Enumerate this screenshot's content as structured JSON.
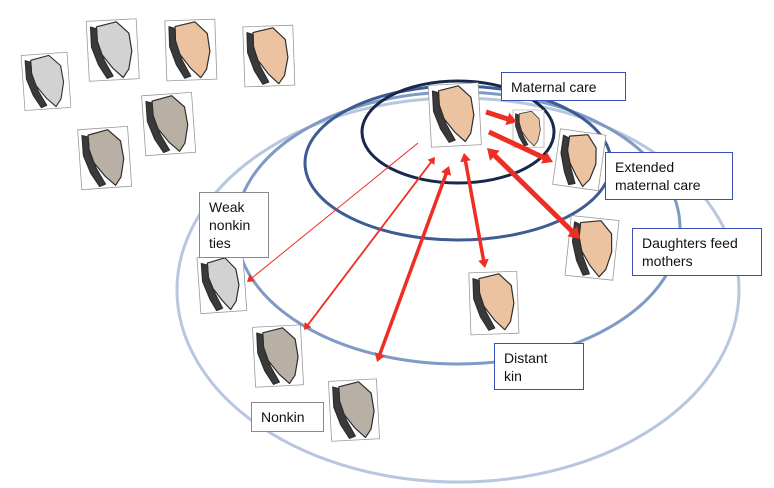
{
  "labels": {
    "maternal_care": "Maternal care",
    "extended_maternal_care": "Extended\nmaternal care",
    "daughters_feed_mothers": "Daughters feed\nmothers",
    "distant_kin": "Distant\nkin",
    "weak_nonkin_ties": "Weak\nnonkin\nties",
    "nonkin": "Nonkin"
  },
  "colors": {
    "arrow": "#ee2d24",
    "ring_outer": "#b8c7df",
    "ring_second": "#7f9ac4",
    "ring_third": "#3d5c93",
    "ring_inner": "#17284a",
    "bat_tan": "#ebc3a0",
    "bat_gray": "#b8afa5",
    "bat_light": "#d2d2d2",
    "bat_dark": "#3a3a3a"
  },
  "icons": {
    "bat": "hanging-bat-icon"
  }
}
